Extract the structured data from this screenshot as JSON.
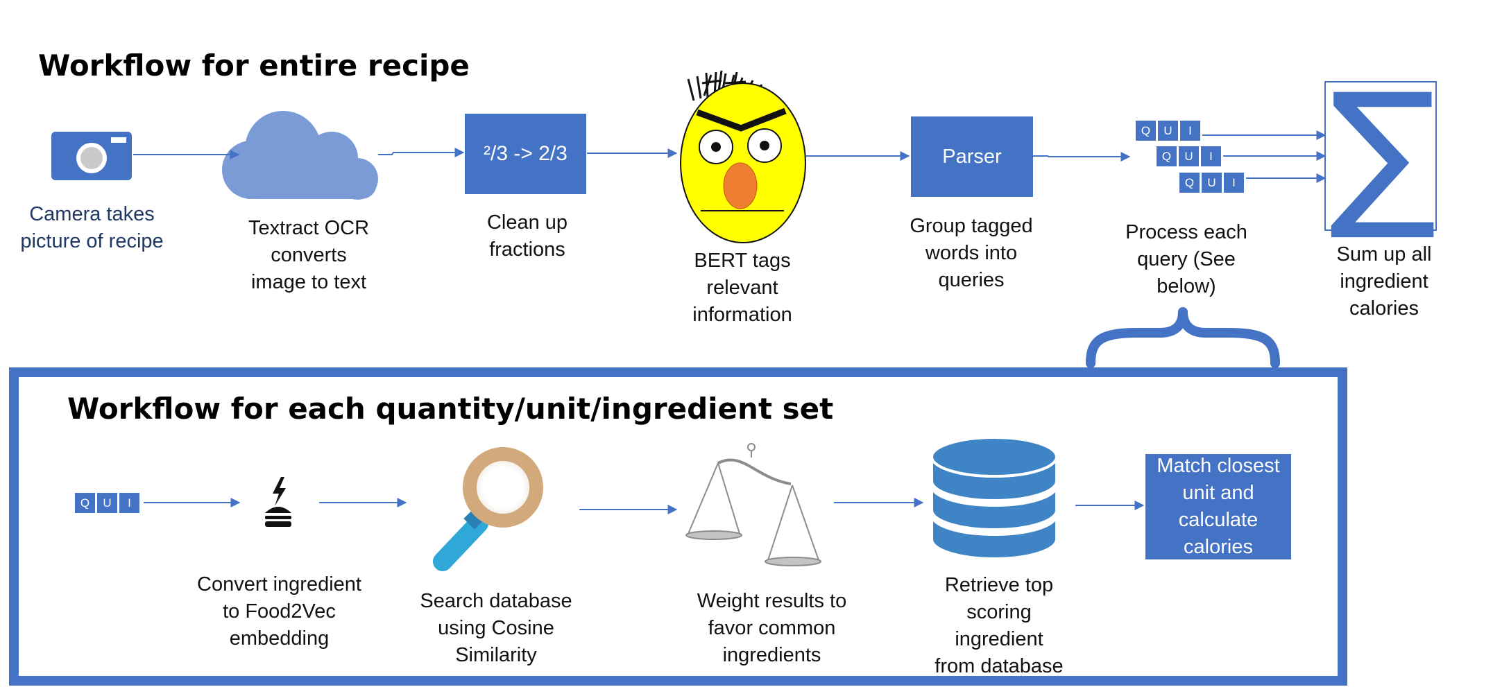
{
  "top": {
    "title": "Workflow for entire recipe",
    "steps": [
      {
        "lines": [
          "Camera takes",
          "picture of recipe"
        ]
      },
      {
        "lines": [
          "Textract OCR",
          "converts",
          "image to text"
        ]
      },
      {
        "box": "²/3 -> 2/3",
        "lines": [
          "Clean up",
          "fractions"
        ]
      },
      {
        "lines": [
          "BERT tags",
          "relevant",
          "information"
        ]
      },
      {
        "box": "Parser",
        "lines": [
          "Group tagged",
          "words into",
          "queries"
        ]
      },
      {
        "lines": [
          "Process each",
          "query (See",
          "below)"
        ]
      },
      {
        "symbol": "∑",
        "lines": [
          "Sum up all",
          "ingredient",
          "calories"
        ]
      }
    ],
    "qui": [
      "Q",
      "U",
      "I"
    ]
  },
  "bottom": {
    "title": "Workflow for each quantity/unit/ingredient set",
    "steps": [
      {
        "lines": [
          "Convert ingredient",
          "to Food2Vec",
          "embedding"
        ]
      },
      {
        "lines": [
          "Search database",
          "using Cosine",
          "Similarity"
        ]
      },
      {
        "lines": [
          "Weight results to",
          "favor common",
          "ingredients"
        ]
      },
      {
        "lines": [
          "Retrieve top",
          "scoring",
          "ingredient",
          "from database"
        ]
      },
      {
        "box_lines": [
          "Match closest",
          "unit and",
          "calculate",
          "calories"
        ]
      }
    ]
  },
  "colors": {
    "accent": "#4472c4",
    "cloud": "#7a9bd6",
    "face": "#ffff00",
    "nose": "#ed7d31",
    "database": "#3f85c6"
  }
}
